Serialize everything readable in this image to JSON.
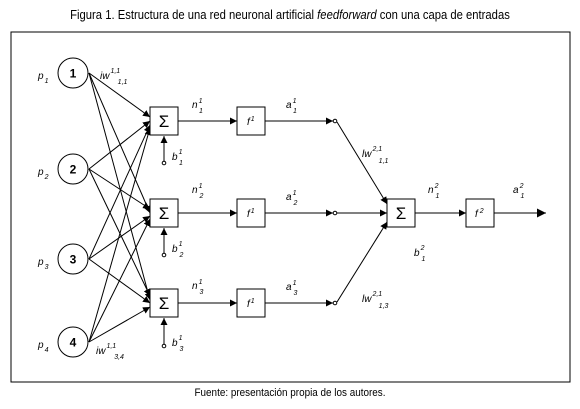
{
  "figure": {
    "title_main": "Figura 1. Estructura de una red neuronal artificial ",
    "title_italic": "feedforward",
    "title_end": " con una capa de entradas",
    "source": "Fuente: presentación propia de los autores."
  },
  "inputs": [
    {
      "node": "1",
      "p": "p",
      "p_sub": "1"
    },
    {
      "node": "2",
      "p": "p",
      "p_sub": "2"
    },
    {
      "node": "3",
      "p": "p",
      "p_sub": "3"
    },
    {
      "node": "4",
      "p": "p",
      "p_sub": "4"
    }
  ],
  "input_weight_top": {
    "base": "iw",
    "sup": "1,1",
    "sub": "1,1"
  },
  "input_weight_bottom": {
    "base": "iw",
    "sup": "1,1",
    "sub": "3,4"
  },
  "hidden": [
    {
      "sum": "Σ",
      "n": "n",
      "n_sup": "1",
      "n_sub": "1",
      "f": "f",
      "f_sup": "1",
      "a": "a",
      "a_sup": "1",
      "a_sub": "1",
      "b": "b",
      "b_sup": "1",
      "b_sub": "1"
    },
    {
      "sum": "Σ",
      "n": "n",
      "n_sup": "1",
      "n_sub": "2",
      "f": "f",
      "f_sup": "1",
      "a": "a",
      "a_sup": "1",
      "a_sub": "2",
      "b": "b",
      "b_sup": "1",
      "b_sub": "2"
    },
    {
      "sum": "Σ",
      "n": "n",
      "n_sup": "1",
      "n_sub": "3",
      "f": "f",
      "f_sup": "1",
      "a": "a",
      "a_sup": "1",
      "a_sub": "3",
      "b": "b",
      "b_sup": "1",
      "b_sub": "3"
    }
  ],
  "layer_weights": [
    {
      "base": "lw",
      "sup": "2,1",
      "sub": "1,1"
    },
    {
      "base": "lw",
      "sup": "2,1",
      "sub": "1,3"
    }
  ],
  "output": {
    "sum": "Σ",
    "n": "n",
    "n_sup": "2",
    "n_sub": "1",
    "f": "f",
    "f_sup": "2",
    "a": "a",
    "a_sup": "2",
    "a_sub": "1",
    "b": "b",
    "b_sup": "2",
    "b_sub": "1"
  }
}
